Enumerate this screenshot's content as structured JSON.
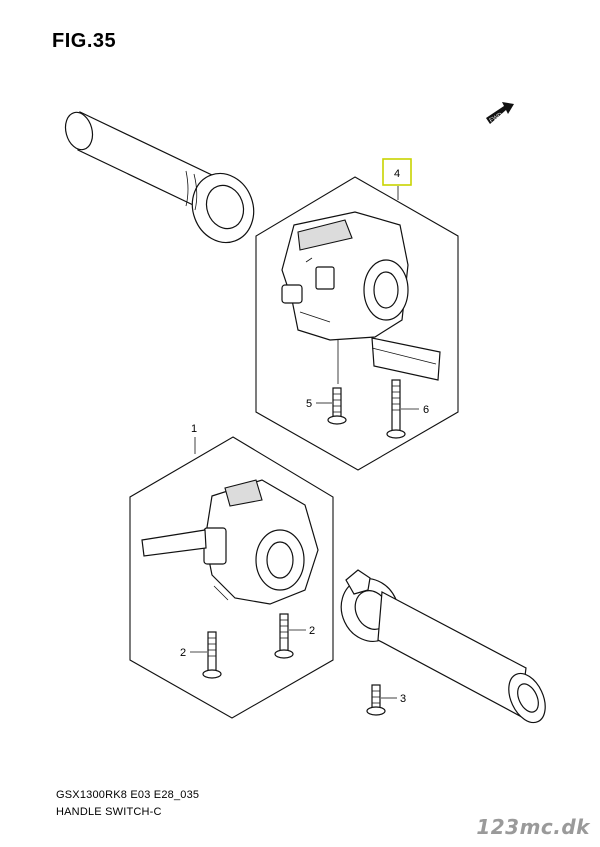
{
  "figure": {
    "title": "FIG.35",
    "caption_code": "GSX1300RK8 E03 E28_035",
    "caption_name": "HANDLE SWITCH-C",
    "watermark": "123mc.dk",
    "fwd_label": "FWD",
    "highlight_color": "#c8d400"
  },
  "callouts": {
    "c4": "4",
    "c5": "5",
    "c6": "6",
    "c1": "1",
    "c2a": "2",
    "c2b": "2",
    "c3": "3"
  }
}
